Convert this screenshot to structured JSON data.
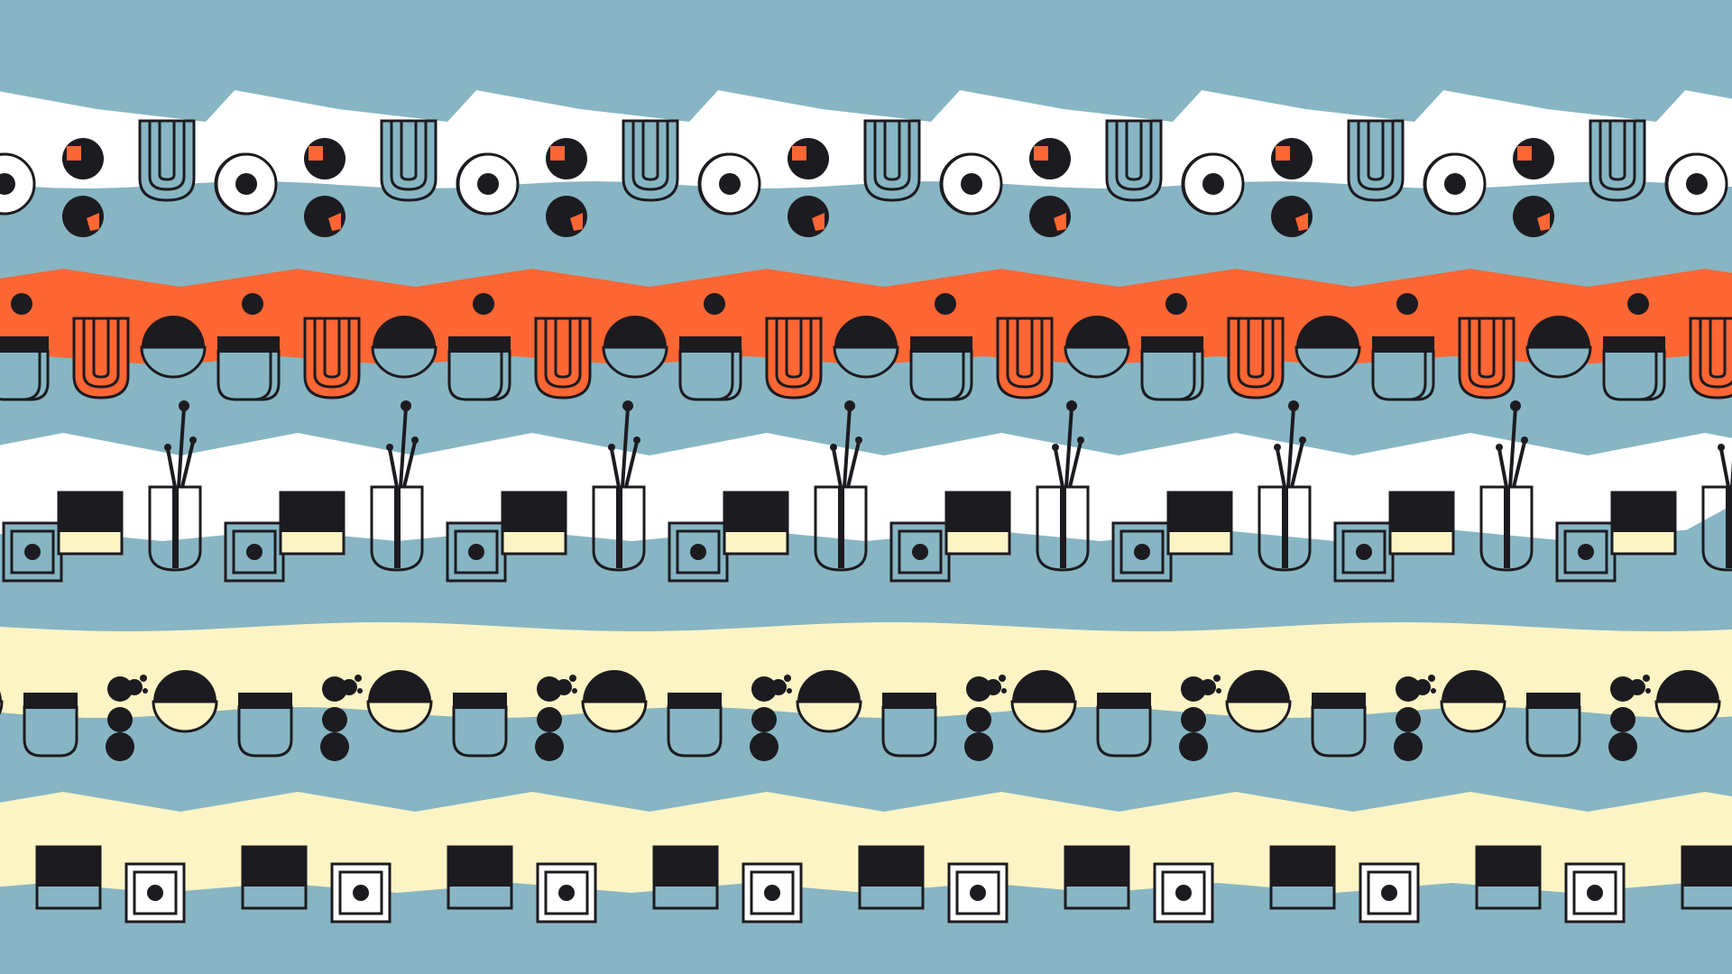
{
  "palette": {
    "background": "#87b5c3",
    "white": "#ffffff",
    "orange": "#fe6633",
    "cream": "#fdf4c5",
    "ink": "#1c1b20",
    "blue_icon": "#87b5c3"
  },
  "bands": [
    {
      "name": "band-white-top",
      "color": "white",
      "shape": "sawtooth"
    },
    {
      "name": "band-orange",
      "color": "orange",
      "shape": "zigzag"
    },
    {
      "name": "band-white-middle",
      "color": "white",
      "shape": "zigzag"
    },
    {
      "name": "band-cream-wavy",
      "color": "cream",
      "shape": "wavy"
    },
    {
      "name": "band-cream-bottom",
      "color": "cream",
      "shape": "zigzag"
    }
  ],
  "motif_rows": [
    {
      "name": "row-1",
      "motifs": [
        "eye-circle-icon",
        "dot-pair-icon",
        "u-arch-icon"
      ]
    },
    {
      "name": "row-2",
      "motifs": [
        "half-circle-icon",
        "cup-with-dot-icon",
        "u-arch-icon"
      ]
    },
    {
      "name": "row-3",
      "motifs": [
        "concentric-square-icon",
        "dark-block-icon",
        "vase-with-stems-icon"
      ]
    },
    {
      "name": "row-4",
      "motifs": [
        "half-circle-icon",
        "cup-icon",
        "dot-cluster-icon"
      ]
    },
    {
      "name": "row-5",
      "motifs": [
        "dark-block-icon",
        "concentric-square-icon"
      ]
    }
  ]
}
